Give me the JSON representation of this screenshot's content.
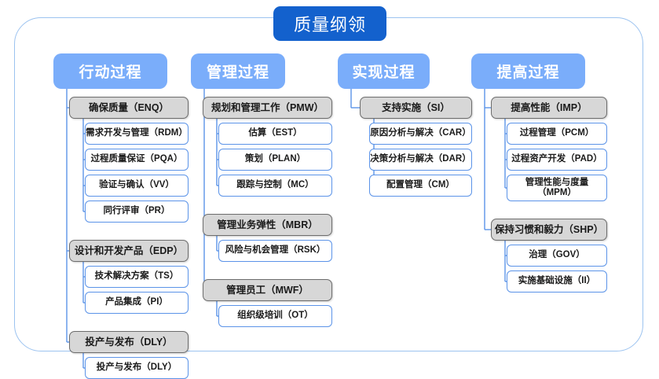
{
  "diagram": {
    "title": "质量纲领",
    "frame_color": "#9cc3f0",
    "title_color": "#1361cd",
    "header_color": "#7aadfa",
    "parent_color": "#d7d7d7",
    "child_border_color": "#5b93e8",
    "connector_color": "#5b93e8"
  },
  "columns": [
    {
      "header": "行动过程",
      "groups": [
        {
          "parent": "确保质量（ENQ）",
          "children": [
            "需求开发与管理（RDM）",
            "过程质量保证（PQA）",
            "验证与确认（VV）",
            "同行评审（PR）"
          ]
        },
        {
          "parent": "设计和开发产品（EDP）",
          "children": [
            "技术解决方案（TS）",
            "产品集成（PI）"
          ]
        },
        {
          "parent": "投产与发布（DLY）",
          "children": [
            "投产与发布（DLY）"
          ]
        }
      ]
    },
    {
      "header": "管理过程",
      "groups": [
        {
          "parent": "规划和管理工作（PMW）",
          "children": [
            "估算（EST）",
            "策划（PLAN）",
            "跟踪与控制（MC）"
          ]
        },
        {
          "parent": "管理业务弹性（MBR）",
          "children": [
            "风险与机会管理（RSK）"
          ]
        },
        {
          "parent": "管理员工（MWF）",
          "children": [
            "组织级培训（OT）"
          ]
        }
      ]
    },
    {
      "header": "实现过程",
      "groups": [
        {
          "parent": "支持实施（SI）",
          "children": [
            "原因分析与解决（CAR）",
            "决策分析与解决（DAR）",
            "配置管理（CM）"
          ]
        }
      ]
    },
    {
      "header": "提高过程",
      "groups": [
        {
          "parent": "提高性能（IMP）",
          "children": [
            "过程管理（PCM）",
            "过程资产开发（PAD）",
            "管理性能与度量\n（MPM）"
          ]
        },
        {
          "parent": "保持习惯和毅力（SHP）",
          "children": [
            "治理（GOV）",
            "实施基础设施（II）"
          ]
        }
      ]
    }
  ]
}
